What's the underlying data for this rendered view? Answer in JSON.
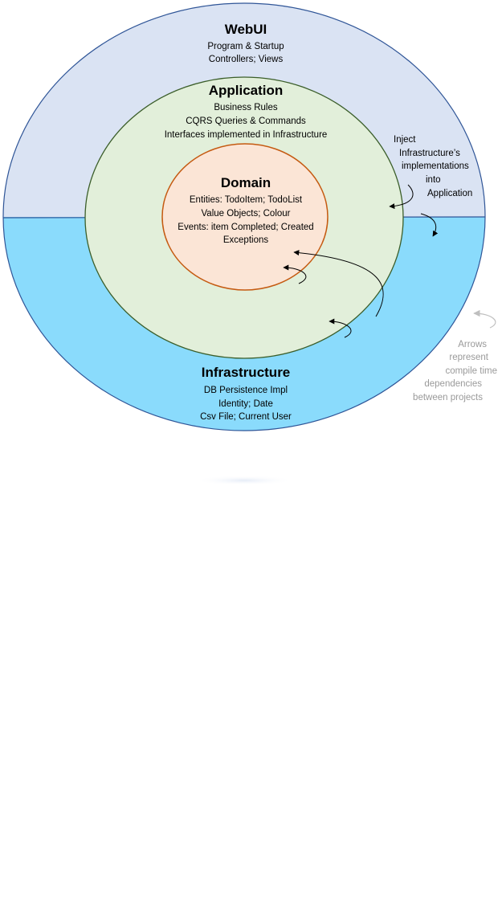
{
  "layers": {
    "webui": {
      "title": "WebUI",
      "lines": [
        "Program & Startup",
        "Controllers; Views"
      ]
    },
    "application": {
      "title": "Application",
      "lines": [
        "Business Rules",
        "CQRS Queries & Commands",
        "Interfaces implemented in Infrastructure"
      ]
    },
    "domain": {
      "title": "Domain",
      "lines": [
        "Entities: TodoItem; TodoList",
        "Value Objects; Colour",
        "Events: item Completed; Created",
        "Exceptions"
      ]
    },
    "infrastructure": {
      "title": "Infrastructure",
      "lines": [
        "DB Persistence Impl",
        "Identity; Date",
        "Csv File; Current User"
      ]
    }
  },
  "inject_note": {
    "lines": [
      "Inject",
      "Infrastructure’s",
      "implementations",
      "into",
      "Application"
    ]
  },
  "legend": {
    "lines": [
      "Arrows",
      "represent",
      "compile time",
      "dependencies",
      "between projects"
    ]
  },
  "colors": {
    "webui_fill": "#dae3f3",
    "infrastructure_fill": "#8adbfc",
    "application_fill": "#e2efda",
    "domain_fill": "#fbe5d6",
    "outer_stroke": "#2f5597",
    "application_stroke": "#3b5e2a",
    "domain_stroke": "#c55a11",
    "legend_arrow": "#bfbfbf"
  }
}
